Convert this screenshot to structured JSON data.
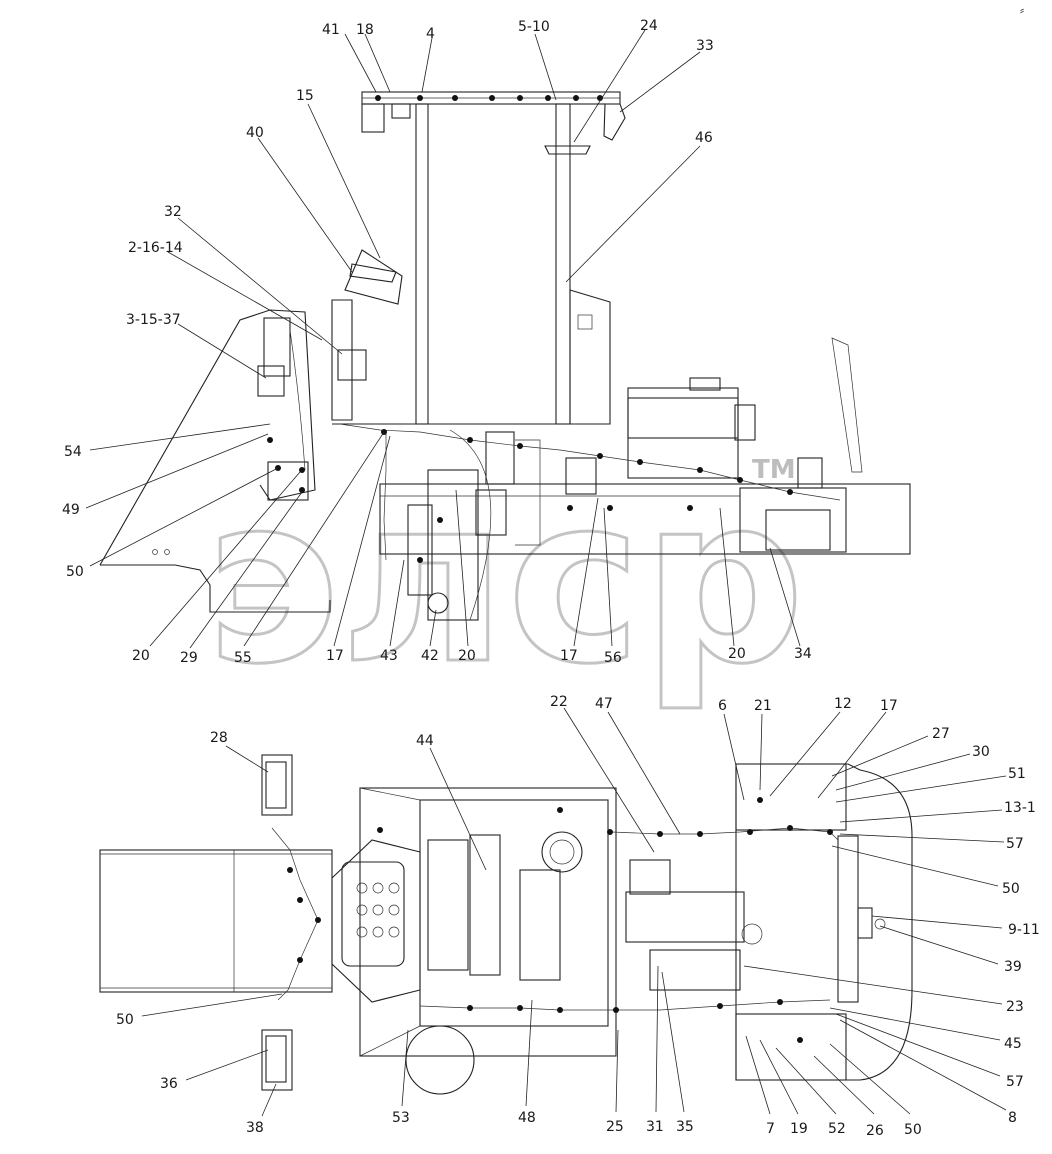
{
  "watermark": {
    "text": "элср",
    "tm": "TM"
  },
  "corner_mark": "⸗",
  "views": [
    {
      "name": "side-view",
      "callouts": [
        {
          "label": "41"
        },
        {
          "label": "18"
        },
        {
          "label": "4"
        },
        {
          "label": "5-10"
        },
        {
          "label": "24"
        },
        {
          "label": "33"
        },
        {
          "label": "15"
        },
        {
          "label": "40"
        },
        {
          "label": "46"
        },
        {
          "label": "32"
        },
        {
          "label": "2-16-14"
        },
        {
          "label": "3-15-37"
        },
        {
          "label": "54"
        },
        {
          "label": "49"
        },
        {
          "label": "50"
        },
        {
          "label": "20"
        },
        {
          "label": "29"
        },
        {
          "label": "55"
        },
        {
          "label": "17"
        },
        {
          "label": "43"
        },
        {
          "label": "42"
        },
        {
          "label": "20"
        },
        {
          "label": "17"
        },
        {
          "label": "56"
        },
        {
          "label": "20"
        },
        {
          "label": "34"
        }
      ]
    },
    {
      "name": "top-view",
      "callouts": [
        {
          "label": "28"
        },
        {
          "label": "44"
        },
        {
          "label": "22"
        },
        {
          "label": "47"
        },
        {
          "label": "6"
        },
        {
          "label": "21"
        },
        {
          "label": "12"
        },
        {
          "label": "17"
        },
        {
          "label": "27"
        },
        {
          "label": "30"
        },
        {
          "label": "51"
        },
        {
          "label": "13-1"
        },
        {
          "label": "57"
        },
        {
          "label": "50"
        },
        {
          "label": "9-11"
        },
        {
          "label": "39"
        },
        {
          "label": "23"
        },
        {
          "label": "45"
        },
        {
          "label": "57"
        },
        {
          "label": "8"
        },
        {
          "label": "50"
        },
        {
          "label": "36"
        },
        {
          "label": "38"
        },
        {
          "label": "53"
        },
        {
          "label": "48"
        },
        {
          "label": "25"
        },
        {
          "label": "31"
        },
        {
          "label": "35"
        },
        {
          "label": "7"
        },
        {
          "label": "19"
        },
        {
          "label": "52"
        },
        {
          "label": "26"
        },
        {
          "label": "50"
        }
      ]
    }
  ]
}
